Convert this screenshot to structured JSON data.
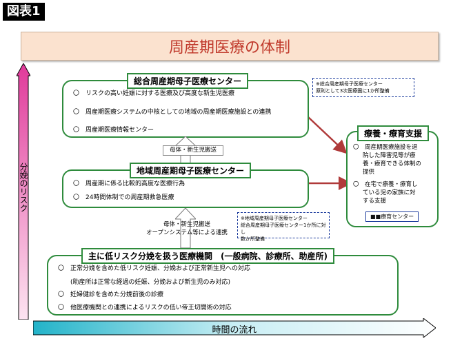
{
  "figure_label": "図表1",
  "title": "周産期医療の体制",
  "axes": {
    "vertical_label": "分娩のリスク",
    "horizontal_label": "時間の流れ"
  },
  "general_center": {
    "title": "総合周産期母子医療センター",
    "items": [
      "〇　リスクの高い妊娠に対する医療及び高度な新生児医療",
      "〇　周産期医療システムの中核としての地域の周産期医療施設との連携",
      "〇　周産期医療情報センター"
    ],
    "note": [
      "※総合周産期母子医療センター",
      "原則として3次医療圏に1か所整備"
    ]
  },
  "transport_upper": {
    "label": "母体・新生児搬送"
  },
  "regional_center": {
    "title": "地域周産期母子医療センター",
    "items": [
      "〇　周産期に係る比較的高度な医療行為",
      "〇　24時間体制での周産期救急医療"
    ],
    "note": [
      "※地域周産期母子医療センター",
      "総合周産期母子医療センター1か所に対し",
      "数か所整備"
    ]
  },
  "transport_lower": {
    "line1": "母体・新生児搬送",
    "line2": "オープンシステム等による連携"
  },
  "low_risk": {
    "title": "主に低リスク分娩を扱う医療機関　(一般病院、診療所、助産所)",
    "items": [
      "〇　正常分娩を含めた低リスク妊娠、分娩および正常新生児への対応",
      "(助産所は正常な経過の妊娠、分娩および新生児のみ対応)",
      "〇　妊婦健診を含めた分娩前後の診療",
      "〇　他医療機関との連携によるリスクの低い帝王切開術の対応"
    ]
  },
  "care_support": {
    "title": "療養・療育支援",
    "item1": [
      "〇　周産期医療施設を退",
      "院した障害児等が療",
      "養・療育できる体制の",
      "提供"
    ],
    "item2": [
      "〇　在宅で療養・療育し",
      "ている児の家族に対",
      "する支援"
    ],
    "center_label": "■■療育センター"
  },
  "colors": {
    "box_border": "#2e8b3c",
    "title_text": "#c0392b",
    "title_bg": "#fbe2cf",
    "flow_arrow": "#b03a3a",
    "note_border": "#1a3a9c"
  }
}
